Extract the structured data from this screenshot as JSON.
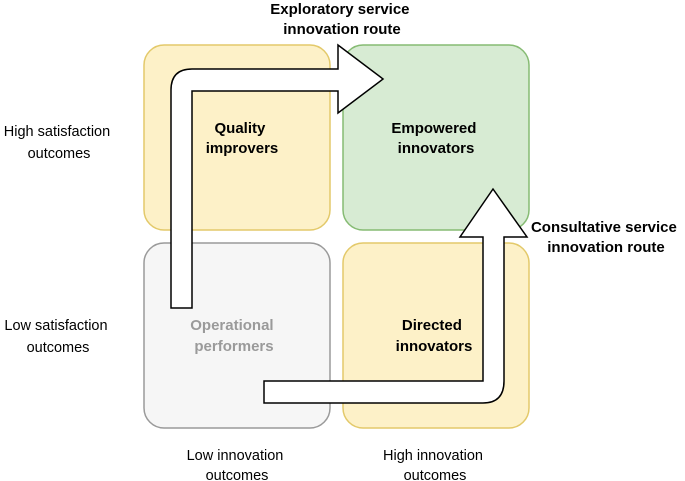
{
  "quadrants": {
    "top_left": {
      "lines": [
        "Quality",
        "improvers"
      ],
      "fill": "#fdf1c8",
      "stroke": "#e3c96a"
    },
    "top_right": {
      "lines": [
        "Empowered",
        "innovators"
      ],
      "fill": "#d7ebd3",
      "stroke": "#86bb73"
    },
    "bottom_left": {
      "lines": [
        "Operational",
        "performers"
      ],
      "fill": "#f6f6f6",
      "stroke": "#9a9a9a",
      "text_color": "#9a9a9a"
    },
    "bottom_right": {
      "lines": [
        "Directed",
        "innovators"
      ],
      "fill": "#fdf1c8",
      "stroke": "#e3c96a"
    }
  },
  "row_labels": {
    "high": [
      "High satisfaction",
      "outcomes"
    ],
    "low": [
      "Low satisfaction",
      "outcomes"
    ]
  },
  "column_labels": {
    "low": [
      "Low innovation",
      "outcomes"
    ],
    "high": [
      "High innovation",
      "outcomes"
    ]
  },
  "routes": {
    "exploratory": [
      "Exploratory service",
      "innovation route"
    ],
    "consultative": [
      "Consultative service",
      "innovation route"
    ]
  }
}
